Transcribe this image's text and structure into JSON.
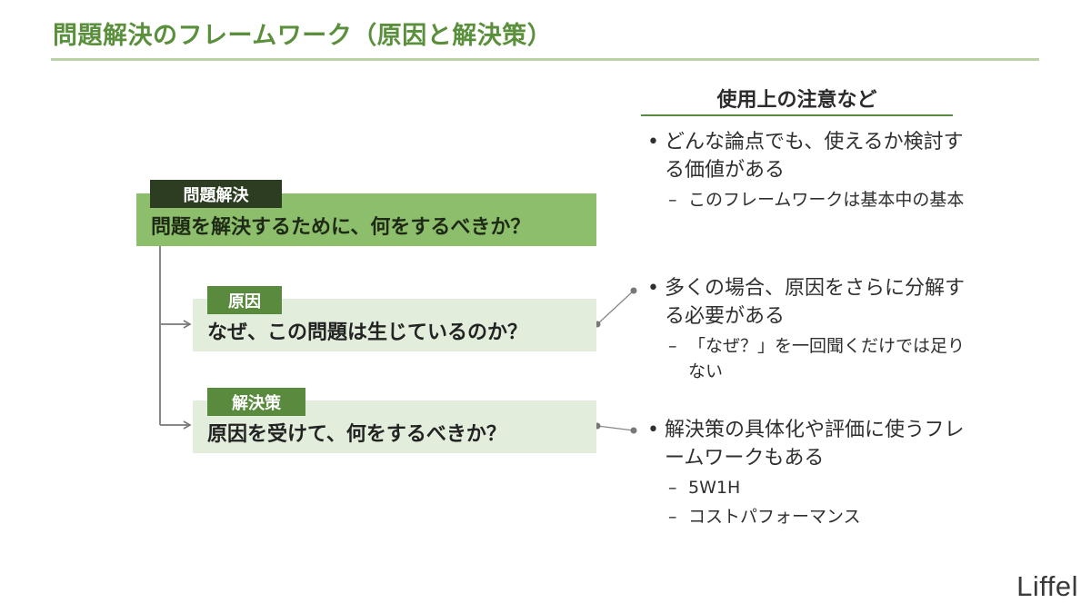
{
  "title": "問題解決のフレームワーク（原因と解決策）",
  "main": {
    "tag": "問題解決",
    "question": "問題を解決するために、何をするべきか？"
  },
  "cause": {
    "tag": "原因",
    "question": "なぜ、この問題は生じているのか？"
  },
  "solution": {
    "tag": "解決策",
    "question": "原因を受けて、何をするべきか？"
  },
  "notes": {
    "header": "使用上の注意など",
    "items": [
      {
        "text": "どんな論点でも、使えるか検討する価値がある",
        "subs": [
          "このフレームワークは基本中の基本"
        ]
      },
      {
        "text": "多くの場合、原因をさらに分解する必要がある",
        "subs": [
          "「なぜ？」を一回聞くだけでは足りない"
        ]
      },
      {
        "text": "解決策の具体化や評価に使うフレームワークもある",
        "subs": [
          "5W1H",
          "コストパフォーマンス"
        ]
      }
    ]
  },
  "logo": "Liffel",
  "colors": {
    "accent": "#5a8f3c",
    "main_box": "#8cbe6c",
    "sub_box": "#e2eedb",
    "dark_tag": "#2d3d22",
    "tag": "#5a8a3e"
  }
}
